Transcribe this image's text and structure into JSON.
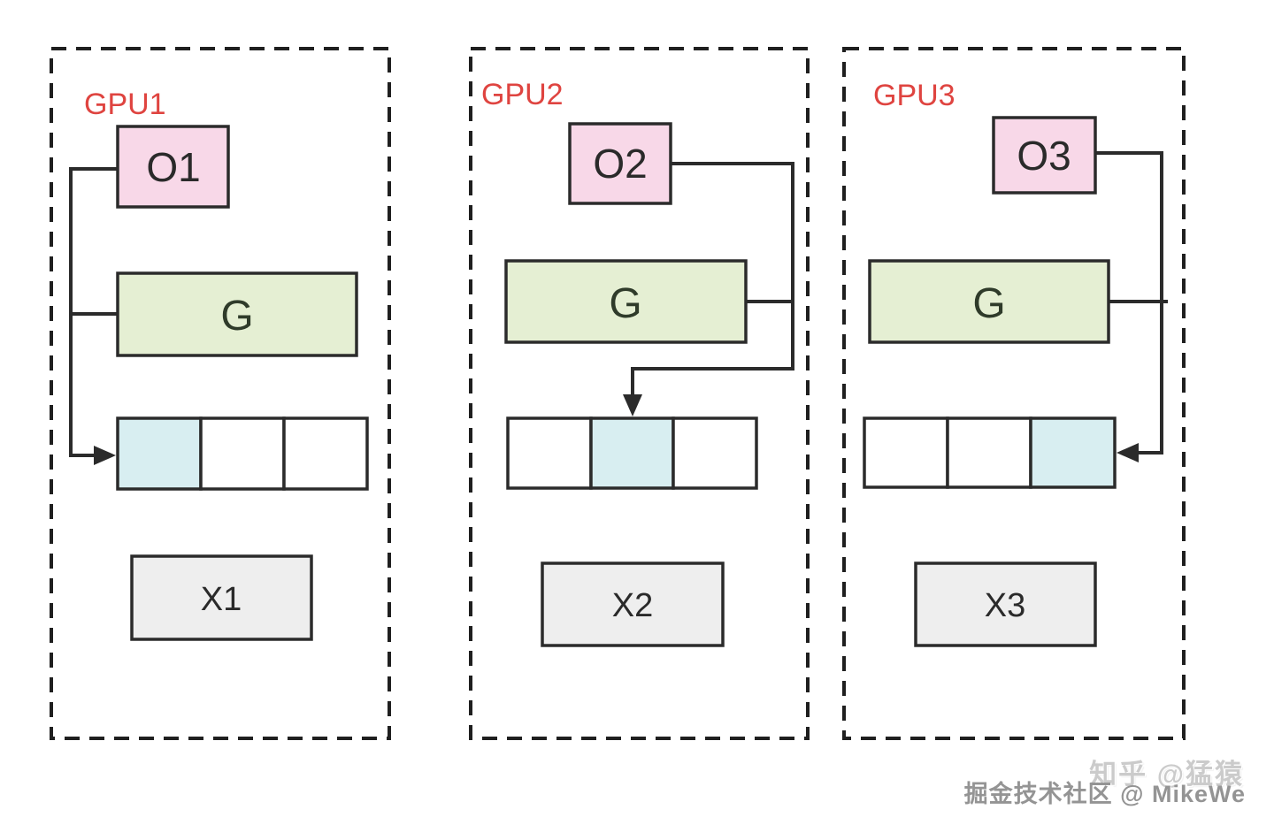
{
  "diagram": {
    "description_labels": {
      "gradient_meaning": "G",
      "optimizer_prefix": "O",
      "data_prefix": "X"
    },
    "gpus": [
      {
        "label": "GPU1",
        "optimizer_label": "O1",
        "gradient_label": "G",
        "data_label": "X1",
        "param_cells": [
          "highlight",
          "empty",
          "empty"
        ],
        "arrow": "left-rail-into-first-param-cell"
      },
      {
        "label": "GPU2",
        "optimizer_label": "O2",
        "gradient_label": "G",
        "data_label": "X2",
        "param_cells": [
          "empty",
          "highlight",
          "empty"
        ],
        "arrow": "right-rail-down-into-middle-param-cell"
      },
      {
        "label": "GPU3",
        "optimizer_label": "O3",
        "gradient_label": "G",
        "data_label": "X3",
        "param_cells": [
          "empty",
          "empty",
          "highlight"
        ],
        "arrow": "right-rail-into-last-param-cell"
      }
    ]
  },
  "watermarks": {
    "zhihu": "知乎 @猛猿",
    "juejin": "掘金技术社区 @ MikeWe"
  },
  "colors": {
    "gpu_label_color": "#df4440",
    "optimizer_fill": "#f8d8e8",
    "gradient_fill": "#e5efd3",
    "param_highlight_fill": "#d8eef1",
    "param_empty_fill": "#ffffff",
    "data_fill": "#eeeeee",
    "line_color": "#2b2b2b",
    "panel_border_color": "#1f1f1f"
  }
}
